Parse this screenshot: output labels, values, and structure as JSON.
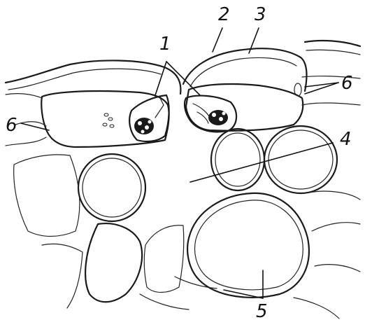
{
  "labels": {
    "l1": "1",
    "l2": "2",
    "l3": "3",
    "l4": "4",
    "l5": "5",
    "l6_left": "6",
    "l6_right": "6"
  }
}
